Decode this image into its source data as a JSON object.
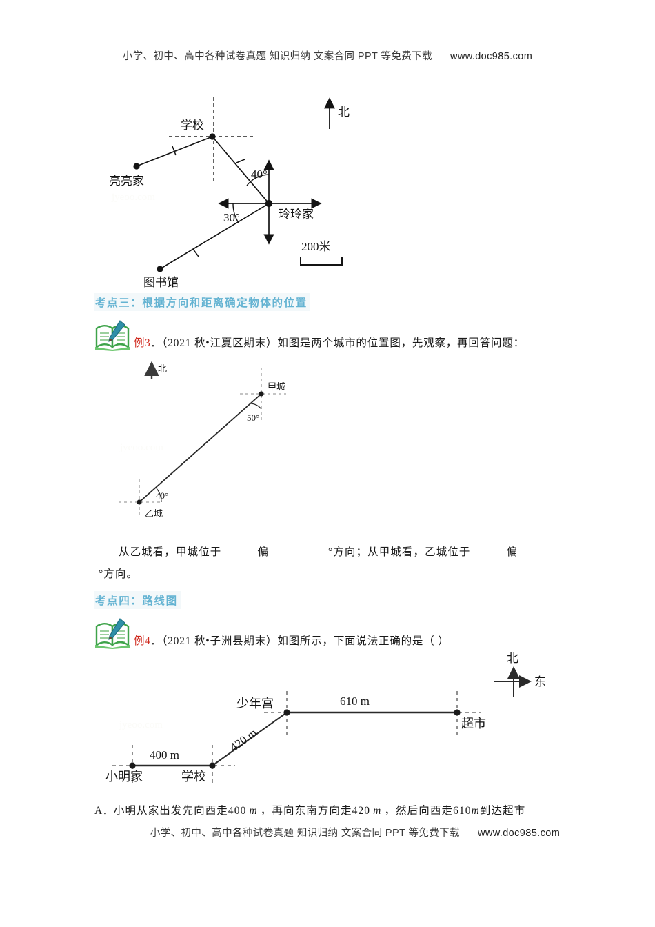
{
  "promo": {
    "text": "小学、初中、高中各种试卷真题  知识归纳  文案合同  PPT 等免费下载",
    "url": "www.doc985.com"
  },
  "figure1": {
    "name": "position-map-linglin",
    "labels": {
      "school": "学校",
      "liangliang_home": "亮亮家",
      "linglin_home": "玲玲家",
      "library": "图书馆",
      "north": "北",
      "angle_top": "40°",
      "angle_bottom": "30°",
      "scale": "200米"
    }
  },
  "section3": {
    "title": "考点三：根据方向和距离确定物体的位置",
    "example": {
      "label": "例3",
      "text": "．（2021 秋•江夏区期末）如图是两个城市的位置图，先观察，再回答问题："
    }
  },
  "figure2": {
    "name": "two-cities-position-map",
    "labels": {
      "north": "北",
      "city_a": "甲城",
      "city_b": "乙城",
      "angle_a": "50°",
      "angle_b": "40°"
    }
  },
  "question3": {
    "line1_a": "从乙城看，甲城位于",
    "line1_b": "偏",
    "line1_c": "°方向；从甲城看，乙城位于",
    "line1_d": "偏",
    "line2": "°方向。"
  },
  "section4": {
    "title": "考点四：路线图",
    "example": {
      "label": "例4",
      "text": "．（2021 秋•子洲县期末）如图所示，下面说法正确的是（      ）"
    }
  },
  "figure3": {
    "name": "route-map-xiaoming",
    "labels": {
      "north": "北",
      "east": "东",
      "home": "小明家",
      "school": "学校",
      "youth_palace": "少年宫",
      "supermarket": "超市",
      "dist1": "400 m",
      "dist2": "420 m",
      "dist3": "610 m"
    }
  },
  "option_a": {
    "letter": "A．",
    "t1": "小明从家出发先向西走",
    "n1": "400",
    "u1": "m",
    "t2": "，再向东南方向走",
    "n2": "420",
    "u2": "m",
    "t3": "，然后向西走",
    "n3": "610",
    "u3": "m",
    "t4": "到达超市"
  },
  "colors": {
    "heading": "#64b3d2",
    "heading_bg": "#f3f8fa",
    "example_label": "#d02a1f",
    "ink": "#141414",
    "book_green": "#3ea34a",
    "pencil_teal": "#2f8fa8"
  }
}
